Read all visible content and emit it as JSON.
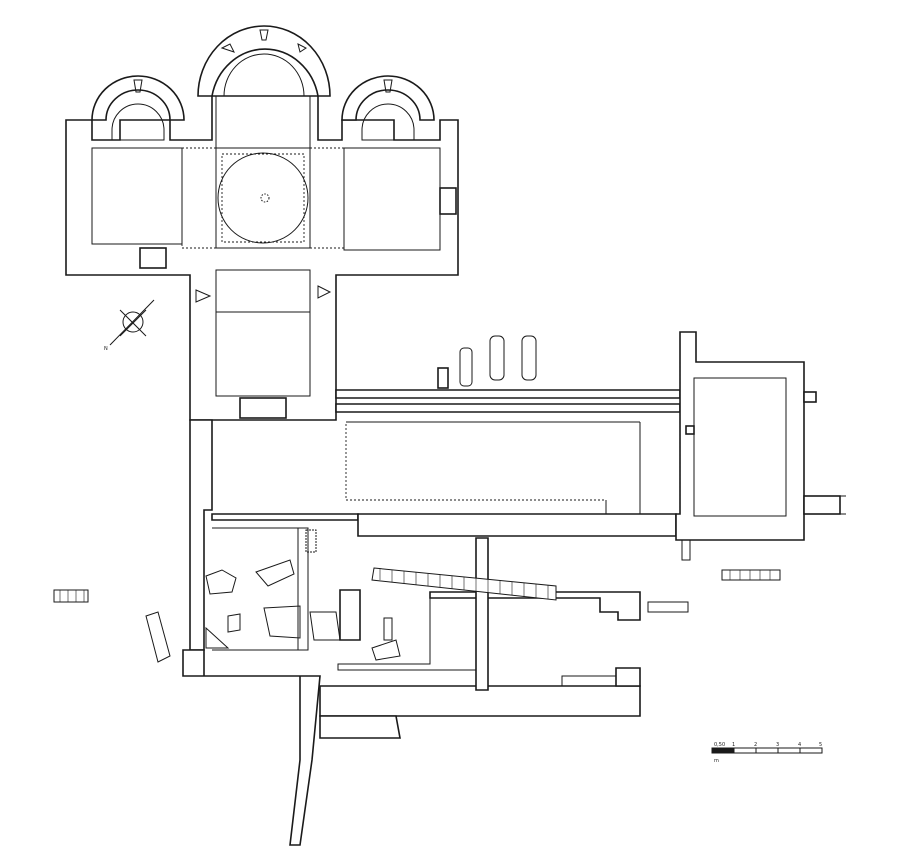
{
  "scale_bar": {
    "ticks": [
      "0,50",
      "1",
      "2",
      "3",
      "4",
      "5"
    ],
    "unit": "m"
  },
  "north_arrow": {
    "label": "N"
  }
}
